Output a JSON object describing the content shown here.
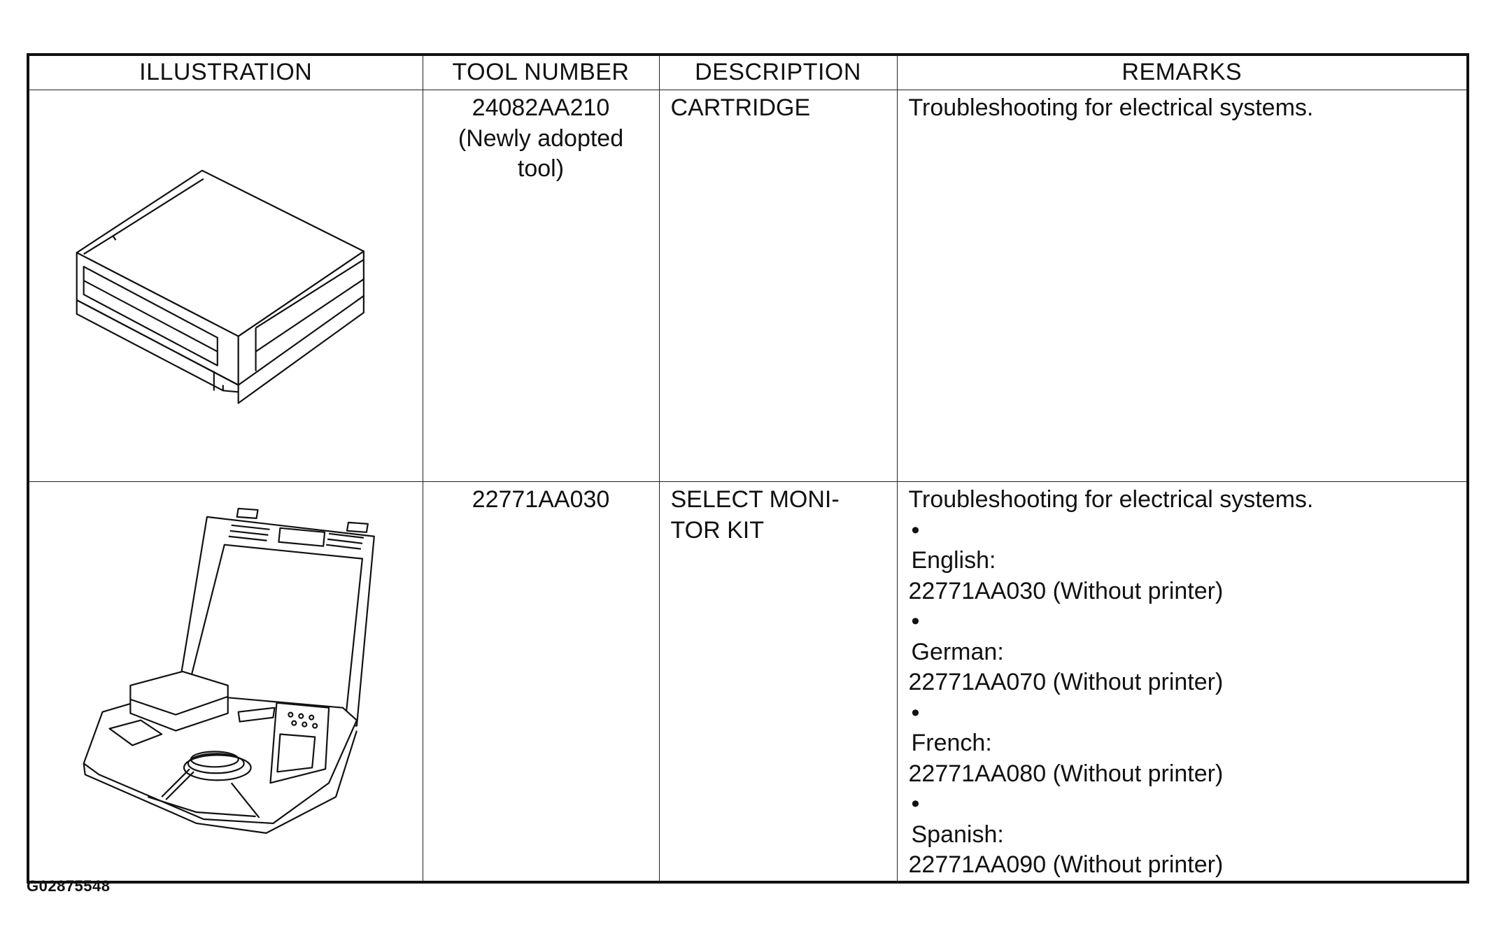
{
  "table": {
    "headers": {
      "illustration": "ILLUSTRATION",
      "tool_number": "TOOL NUMBER",
      "description": "DESCRIPTION",
      "remarks": "REMARKS"
    },
    "rows": [
      {
        "tool_number_lines": [
          "24082AA210",
          "(Newly adopted",
          "tool)"
        ],
        "description_lines": [
          "CARTRIDGE"
        ],
        "remarks_intro": "Troubleshooting for electrical systems.",
        "illustration_icon": "cartridge-icon"
      },
      {
        "tool_number_lines": [
          "22771AA030"
        ],
        "description_lines": [
          "SELECT MONI-",
          "TOR KIT"
        ],
        "remarks_intro": "Troubleshooting for electrical systems.",
        "illustration_icon": "monitor-kit-case-icon",
        "bullet_glyph": "•",
        "variants": [
          {
            "language": "English:",
            "code": "22771AA030 (Without printer)"
          },
          {
            "language": "German:",
            "code": "22771AA070 (Without printer)"
          },
          {
            "language": "French:",
            "code": "22771AA080 (Without printer)"
          },
          {
            "language": "Spanish:",
            "code": "22771AA090 (Without printer)"
          }
        ]
      }
    ]
  },
  "figure_code": "G02875548"
}
